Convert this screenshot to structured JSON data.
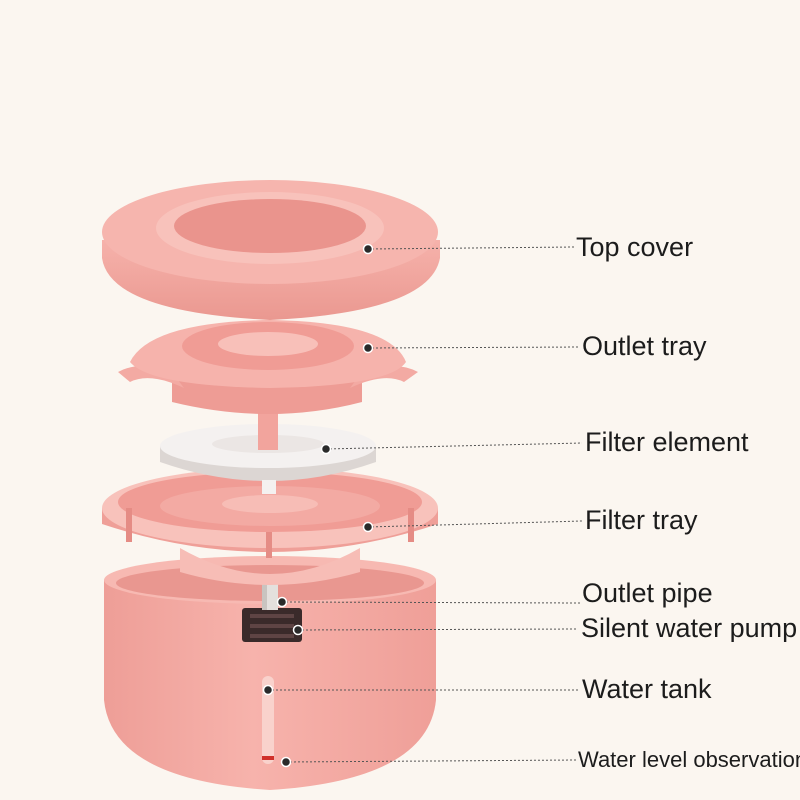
{
  "labels": {
    "top_cover": "Top cover",
    "outlet_tray": "Outlet tray",
    "filter_element": "Filter element",
    "filter_tray": "Filter tray",
    "outlet_pipe": "Outlet pipe",
    "silent_water_pump": "Silent water pump",
    "water_tank": "Water tank",
    "water_level_observation": "Water level observation"
  },
  "colors": {
    "background": "#fbf6f0",
    "body_pink": "#f3a7a0",
    "light_pink": "#f8c4bd",
    "dark_pink": "#e48f88",
    "filter_white": "#f4f1f0",
    "leader_line": "#555555",
    "text": "#1c1c1c"
  }
}
